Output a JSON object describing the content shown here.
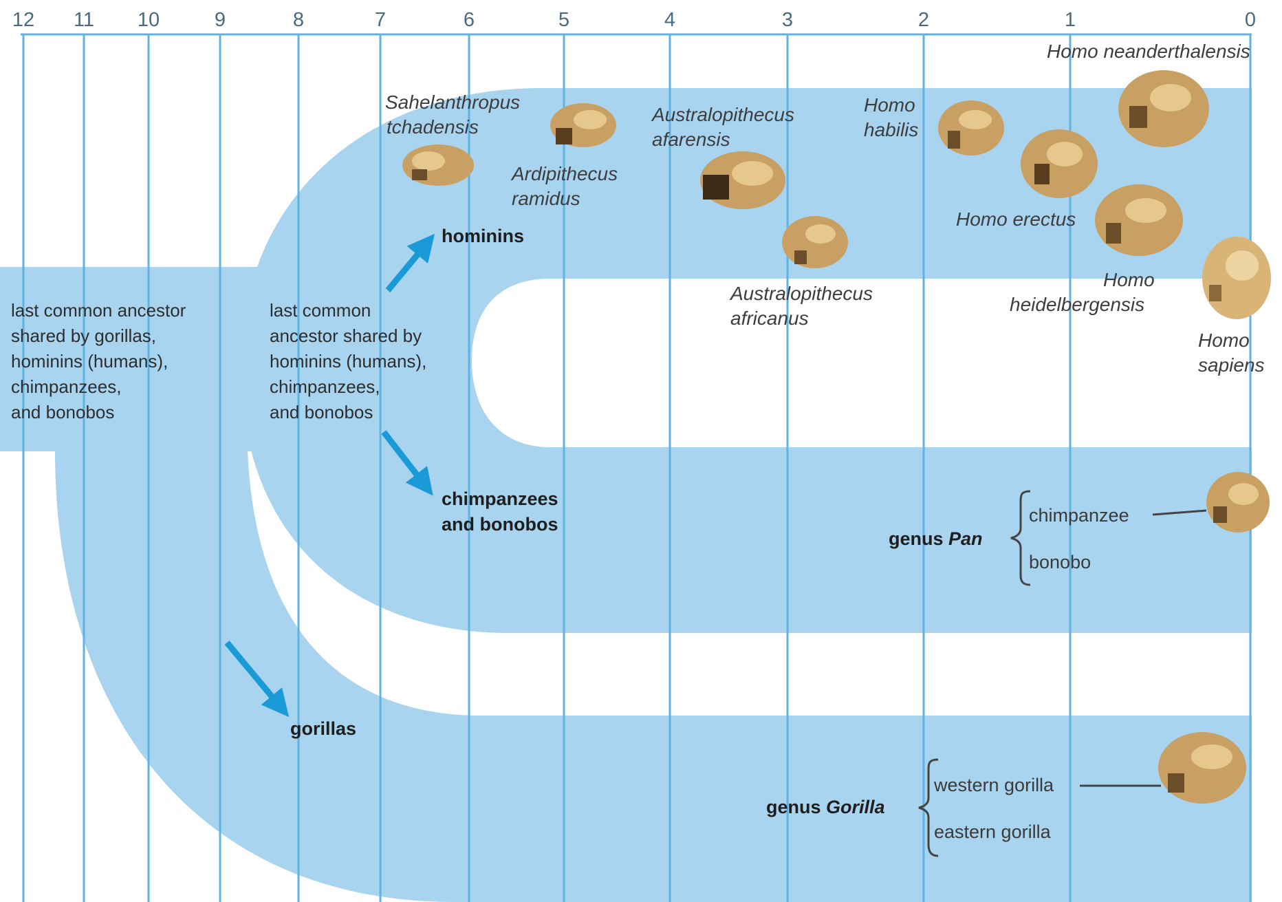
{
  "timeline": {
    "ticks": [
      "12",
      "11",
      "10",
      "9",
      "8",
      "7",
      "6",
      "5",
      "4",
      "3",
      "2",
      "1",
      "0"
    ]
  },
  "colors": {
    "band": "#a9d4ef",
    "gridline": "#5fb3e3",
    "arrow": "#1a9ad6",
    "bracket": "#444444",
    "skull": "#c8a063"
  },
  "ancestors": {
    "first": [
      "last common ancestor",
      "shared by gorillas,",
      "hominins (humans),",
      "chimpanzees,",
      "and bonobos"
    ],
    "second": [
      "last common",
      "ancestor shared by",
      "hominins (humans),",
      "chimpanzees,",
      "and bonobos"
    ]
  },
  "groups": {
    "hominins": "hominins",
    "chimps": [
      "chimpanzees",
      "and bonobos"
    ],
    "gorillas": "gorillas"
  },
  "species": {
    "sahelanthropus": [
      "Sahelanthropus",
      "tchadensis"
    ],
    "ardipithecus": [
      "Ardipithecus",
      "ramidus"
    ],
    "afarensis": [
      "Australopithecus",
      "afarensis"
    ],
    "africanus": [
      "Australopithecus",
      "africanus"
    ],
    "habilis": [
      "Homo",
      "habilis"
    ],
    "erectus": "Homo erectus",
    "heidelbergensis": [
      "Homo",
      "heidelbergensis"
    ],
    "neanderthalensis": "Homo neanderthalensis",
    "sapiens": [
      "Homo",
      "sapiens"
    ]
  },
  "pan": {
    "genus_prefix": "genus ",
    "genus_name": "Pan",
    "members": [
      "chimpanzee",
      "bonobo"
    ]
  },
  "gorilla": {
    "genus_prefix": "genus ",
    "genus_name": "Gorilla",
    "members": [
      "western gorilla",
      "eastern gorilla"
    ]
  },
  "skull_icons": [
    "skull-icon"
  ]
}
